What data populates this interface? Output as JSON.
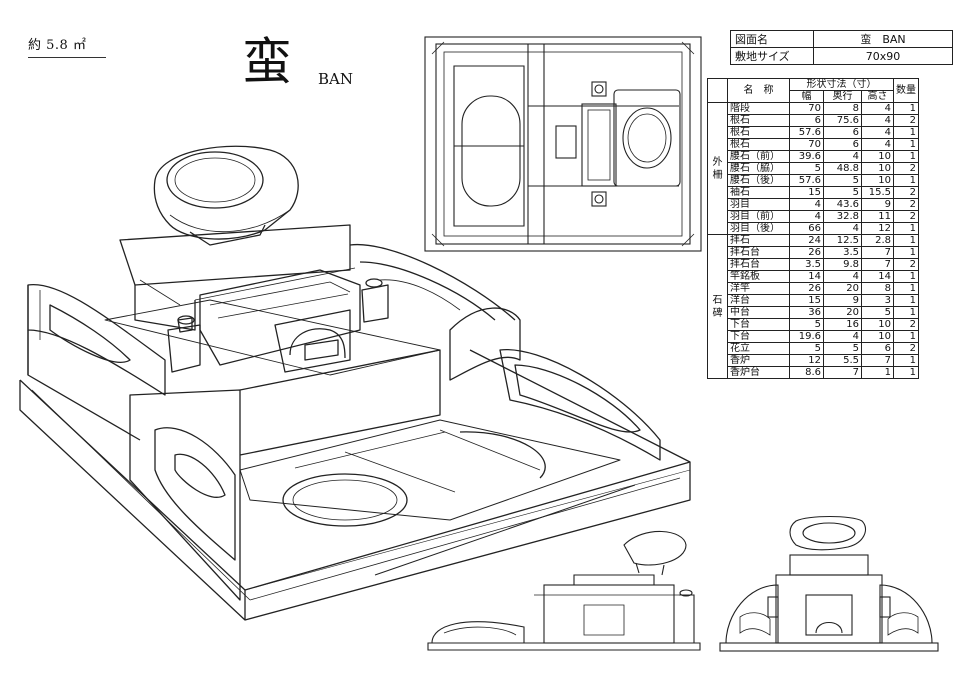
{
  "area_label": "約 5.8 ㎡",
  "title_kanji": "蛮",
  "title_roman": "BAN",
  "info": {
    "drawing_name_label": "図面名",
    "drawing_name_value": "蛮　BAN",
    "site_size_label": "敷地サイズ",
    "site_size_value": "70x90"
  },
  "dimensions": {
    "heading": "形状寸法（寸）",
    "col_name": "名　称",
    "col_width": "幅",
    "col_depth": "奥行",
    "col_height": "高さ",
    "col_qty": "数量",
    "groups": [
      {
        "label": "外柵",
        "rows": [
          {
            "name": "階段",
            "w": "70",
            "d": "8",
            "h": "4",
            "q": "1"
          },
          {
            "name": "根石",
            "w": "6",
            "d": "75.6",
            "h": "4",
            "q": "2"
          },
          {
            "name": "根石",
            "w": "57.6",
            "d": "6",
            "h": "4",
            "q": "1"
          },
          {
            "name": "根石",
            "w": "70",
            "d": "6",
            "h": "4",
            "q": "1"
          },
          {
            "name": "腰石（前）",
            "w": "39.6",
            "d": "4",
            "h": "10",
            "q": "1"
          },
          {
            "name": "腰石（脇）",
            "w": "5",
            "d": "48.8",
            "h": "10",
            "q": "2"
          },
          {
            "name": "腰石（後）",
            "w": "57.6",
            "d": "5",
            "h": "10",
            "q": "1"
          },
          {
            "name": "袖石",
            "w": "15",
            "d": "5",
            "h": "15.5",
            "q": "2"
          },
          {
            "name": "羽目",
            "w": "4",
            "d": "43.6",
            "h": "9",
            "q": "2"
          },
          {
            "name": "羽目（前）",
            "w": "4",
            "d": "32.8",
            "h": "11",
            "q": "2"
          },
          {
            "name": "羽目（後）",
            "w": "66",
            "d": "4",
            "h": "12",
            "q": "1"
          }
        ]
      },
      {
        "label": "石碑",
        "rows": [
          {
            "name": "拝石",
            "w": "24",
            "d": "12.5",
            "h": "2.8",
            "q": "1"
          },
          {
            "name": "拝石台",
            "w": "26",
            "d": "3.5",
            "h": "7",
            "q": "1"
          },
          {
            "name": "拝石台",
            "w": "3.5",
            "d": "9.8",
            "h": "7",
            "q": "2"
          },
          {
            "name": "竿銘板",
            "w": "14",
            "d": "4",
            "h": "14",
            "q": "1"
          },
          {
            "name": "洋竿",
            "w": "26",
            "d": "20",
            "h": "8",
            "q": "1"
          },
          {
            "name": "洋台",
            "w": "15",
            "d": "9",
            "h": "3",
            "q": "1"
          },
          {
            "name": "中台",
            "w": "36",
            "d": "20",
            "h": "5",
            "q": "1"
          },
          {
            "name": "下台",
            "w": "5",
            "d": "16",
            "h": "10",
            "q": "2"
          },
          {
            "name": "下台",
            "w": "19.6",
            "d": "4",
            "h": "10",
            "q": "1"
          },
          {
            "name": "花立",
            "w": "5",
            "d": "5",
            "h": "6",
            "q": "2"
          },
          {
            "name": "香炉",
            "w": "12",
            "d": "5.5",
            "h": "7",
            "q": "1"
          },
          {
            "name": "香炉台",
            "w": "8.6",
            "d": "7",
            "h": "1",
            "q": "1"
          }
        ]
      }
    ]
  }
}
